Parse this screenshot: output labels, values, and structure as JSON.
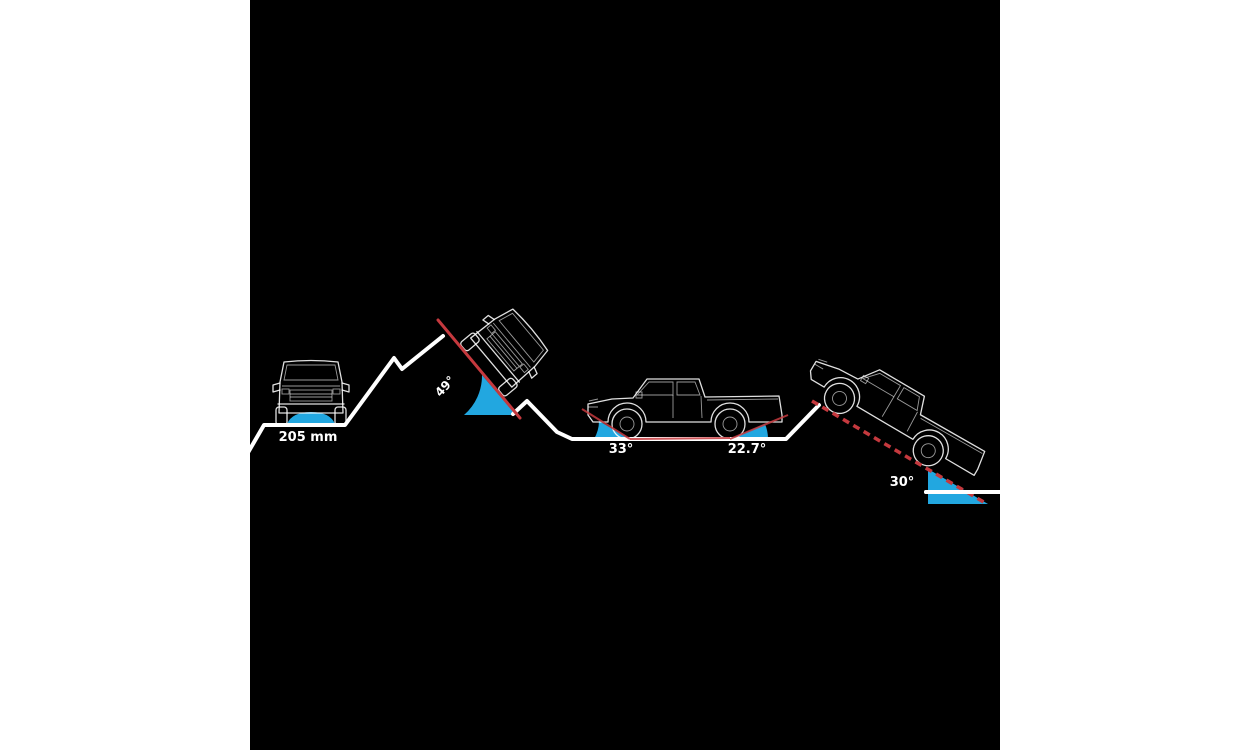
{
  "scene": {
    "title": "off-road-capability-diagram",
    "background": "#000000",
    "page_background": "#ffffff",
    "colors": {
      "terrain_line": "#ffffff",
      "angle_fill": "#22a7e0",
      "slope_line": "#c5393e",
      "vehicle_outline": "#ffffff",
      "label_text": "#ffffff"
    }
  },
  "labels": {
    "ground_clearance": "205 mm",
    "descent_angle": "49°",
    "approach_angle": "33°",
    "departure_angle": "22.7°",
    "gradient_angle": "30°"
  }
}
